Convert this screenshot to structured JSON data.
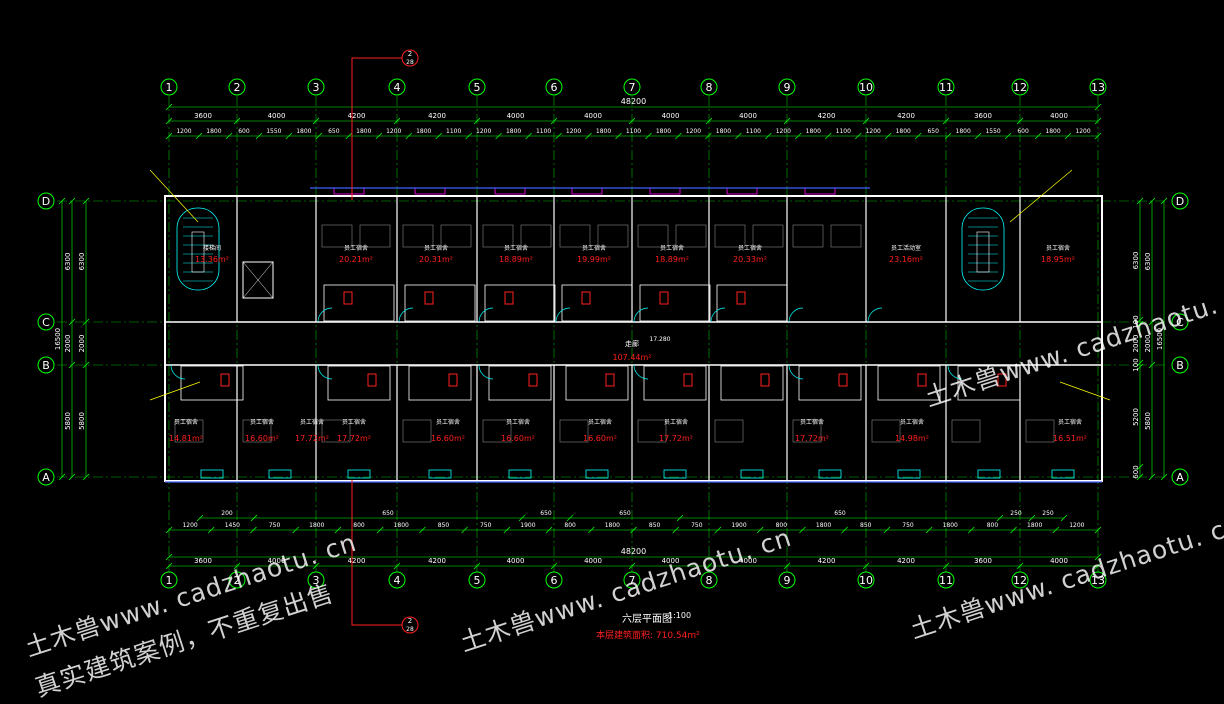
{
  "drawing": {
    "title": "六层平面图",
    "scale": "1:100",
    "area_note": "本层建筑面积: 710.54m²",
    "total_width": "48200",
    "total_depth": "16500",
    "section_mark": {
      "number": "2",
      "sheet": "28"
    }
  },
  "axes": {
    "columns": [
      "1",
      "2",
      "3",
      "4",
      "5",
      "6",
      "7",
      "8",
      "9",
      "10",
      "11",
      "12",
      "13"
    ],
    "rows": [
      "A",
      "B",
      "C",
      "D"
    ],
    "column_spacing": [
      "3600",
      "4000",
      "4200",
      "4200",
      "4000",
      "4000",
      "4000",
      "4000",
      "4200",
      "4200",
      "3600",
      "4000"
    ],
    "row_dims_outer": [
      "6300",
      "2000",
      "5800"
    ],
    "row_dims_inner": [
      "6300",
      "100",
      "2000",
      "100",
      "5200",
      "600"
    ]
  },
  "dims": {
    "top_detail": [
      "1200",
      "1800",
      "600",
      "1550",
      "1800",
      "650",
      "1800",
      "1200",
      "1800",
      "1100",
      "1200",
      "1800",
      "1100",
      "1200",
      "1800",
      "1100",
      "1800",
      "1200",
      "1800",
      "1100",
      "1200",
      "1800",
      "1100",
      "1200",
      "1800",
      "650",
      "1800",
      "1550",
      "600",
      "1800",
      "1200"
    ],
    "bottom_detail": [
      "1200",
      "1450",
      "750",
      "1800",
      "800",
      "1800",
      "850",
      "750",
      "1900",
      "800",
      "1800",
      "850",
      "750",
      "1900",
      "800",
      "1800",
      "850",
      "750",
      "1800",
      "800",
      "1800",
      "1200"
    ],
    "bottom_small": [
      "200",
      "650",
      "650",
      "650",
      "650",
      "250",
      "250"
    ]
  },
  "rooms": {
    "north": [
      {
        "name": "楼梯间",
        "area": "13.36m²"
      },
      {
        "name": "员工宿舍",
        "area": "20.21m²"
      },
      {
        "name": "员工宿舍",
        "area": "20.31m²"
      },
      {
        "name": "员工宿舍",
        "area": "18.89m²"
      },
      {
        "name": "员工宿舍",
        "area": "19.99m²"
      },
      {
        "name": "员工宿舍",
        "area": "18.89m²"
      },
      {
        "name": "员工宿舍",
        "area": "20.33m²"
      },
      {
        "name": "员工活动室",
        "area": "23.16m²"
      },
      {
        "name": "员工宿舍",
        "area": "18.95m²"
      }
    ],
    "south": [
      {
        "name": "员工宿舍",
        "area": "14.81m²"
      },
      {
        "name": "员工宿舍",
        "area": "16.60m²"
      },
      {
        "name": "员工宿舍",
        "area": "17.72m²"
      },
      {
        "name": "员工宿舍",
        "area": "17.72m²"
      },
      {
        "name": "员工宿舍",
        "area": "16.60m²"
      },
      {
        "name": "员工宿舍",
        "area": "16.60m²"
      },
      {
        "name": "员工宿舍",
        "area": "16.60m²"
      },
      {
        "name": "员工宿舍",
        "area": "17.72m²"
      },
      {
        "name": "员工宿舍",
        "area": "17.72m²"
      },
      {
        "name": "员工宿舍",
        "area": "14.98m²"
      },
      {
        "name": "员工宿舍",
        "area": "16.51m²"
      }
    ],
    "corridor": {
      "name": "走廊",
      "area": "107.44m²",
      "level": "17.280"
    }
  },
  "watermark": {
    "text": "土木兽www. cadzhaotu. cn",
    "text2": "真实建筑案例，不重复出售"
  },
  "colors": {
    "axis": "#00ff00",
    "wall": "#ffffff",
    "dim": "#00ff00",
    "room_text": "#ff2020",
    "fixture": "#ff00ff",
    "glazing": "#00ffff",
    "annotation": "#ffff00"
  }
}
